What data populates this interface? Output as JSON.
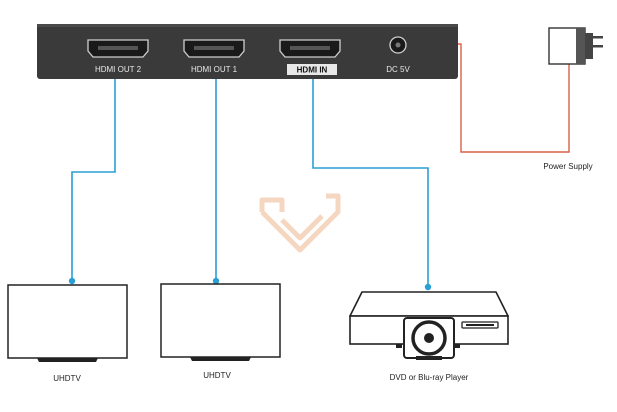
{
  "splitter": {
    "ports": {
      "hdmi_out_2": "HDMI OUT 2",
      "hdmi_out_1": "HDMI OUT 1",
      "hdmi_in": "HDMI IN",
      "dc_5v": "DC 5V"
    }
  },
  "devices": {
    "power_supply": "Power Supply",
    "tv_left": "UHDTV",
    "tv_right": "UHDTV",
    "player": "DVD or Blu-ray Player"
  },
  "colors": {
    "hdmi_cable": "#2a9fd6",
    "power_cable": "#d9604a",
    "device_body": "#3a3a3a",
    "outline": "#222222",
    "watermark": "#f2c9ac"
  },
  "icons": {
    "watermark": "logo-watermark-icon",
    "adapter": "power-adapter-icon"
  }
}
